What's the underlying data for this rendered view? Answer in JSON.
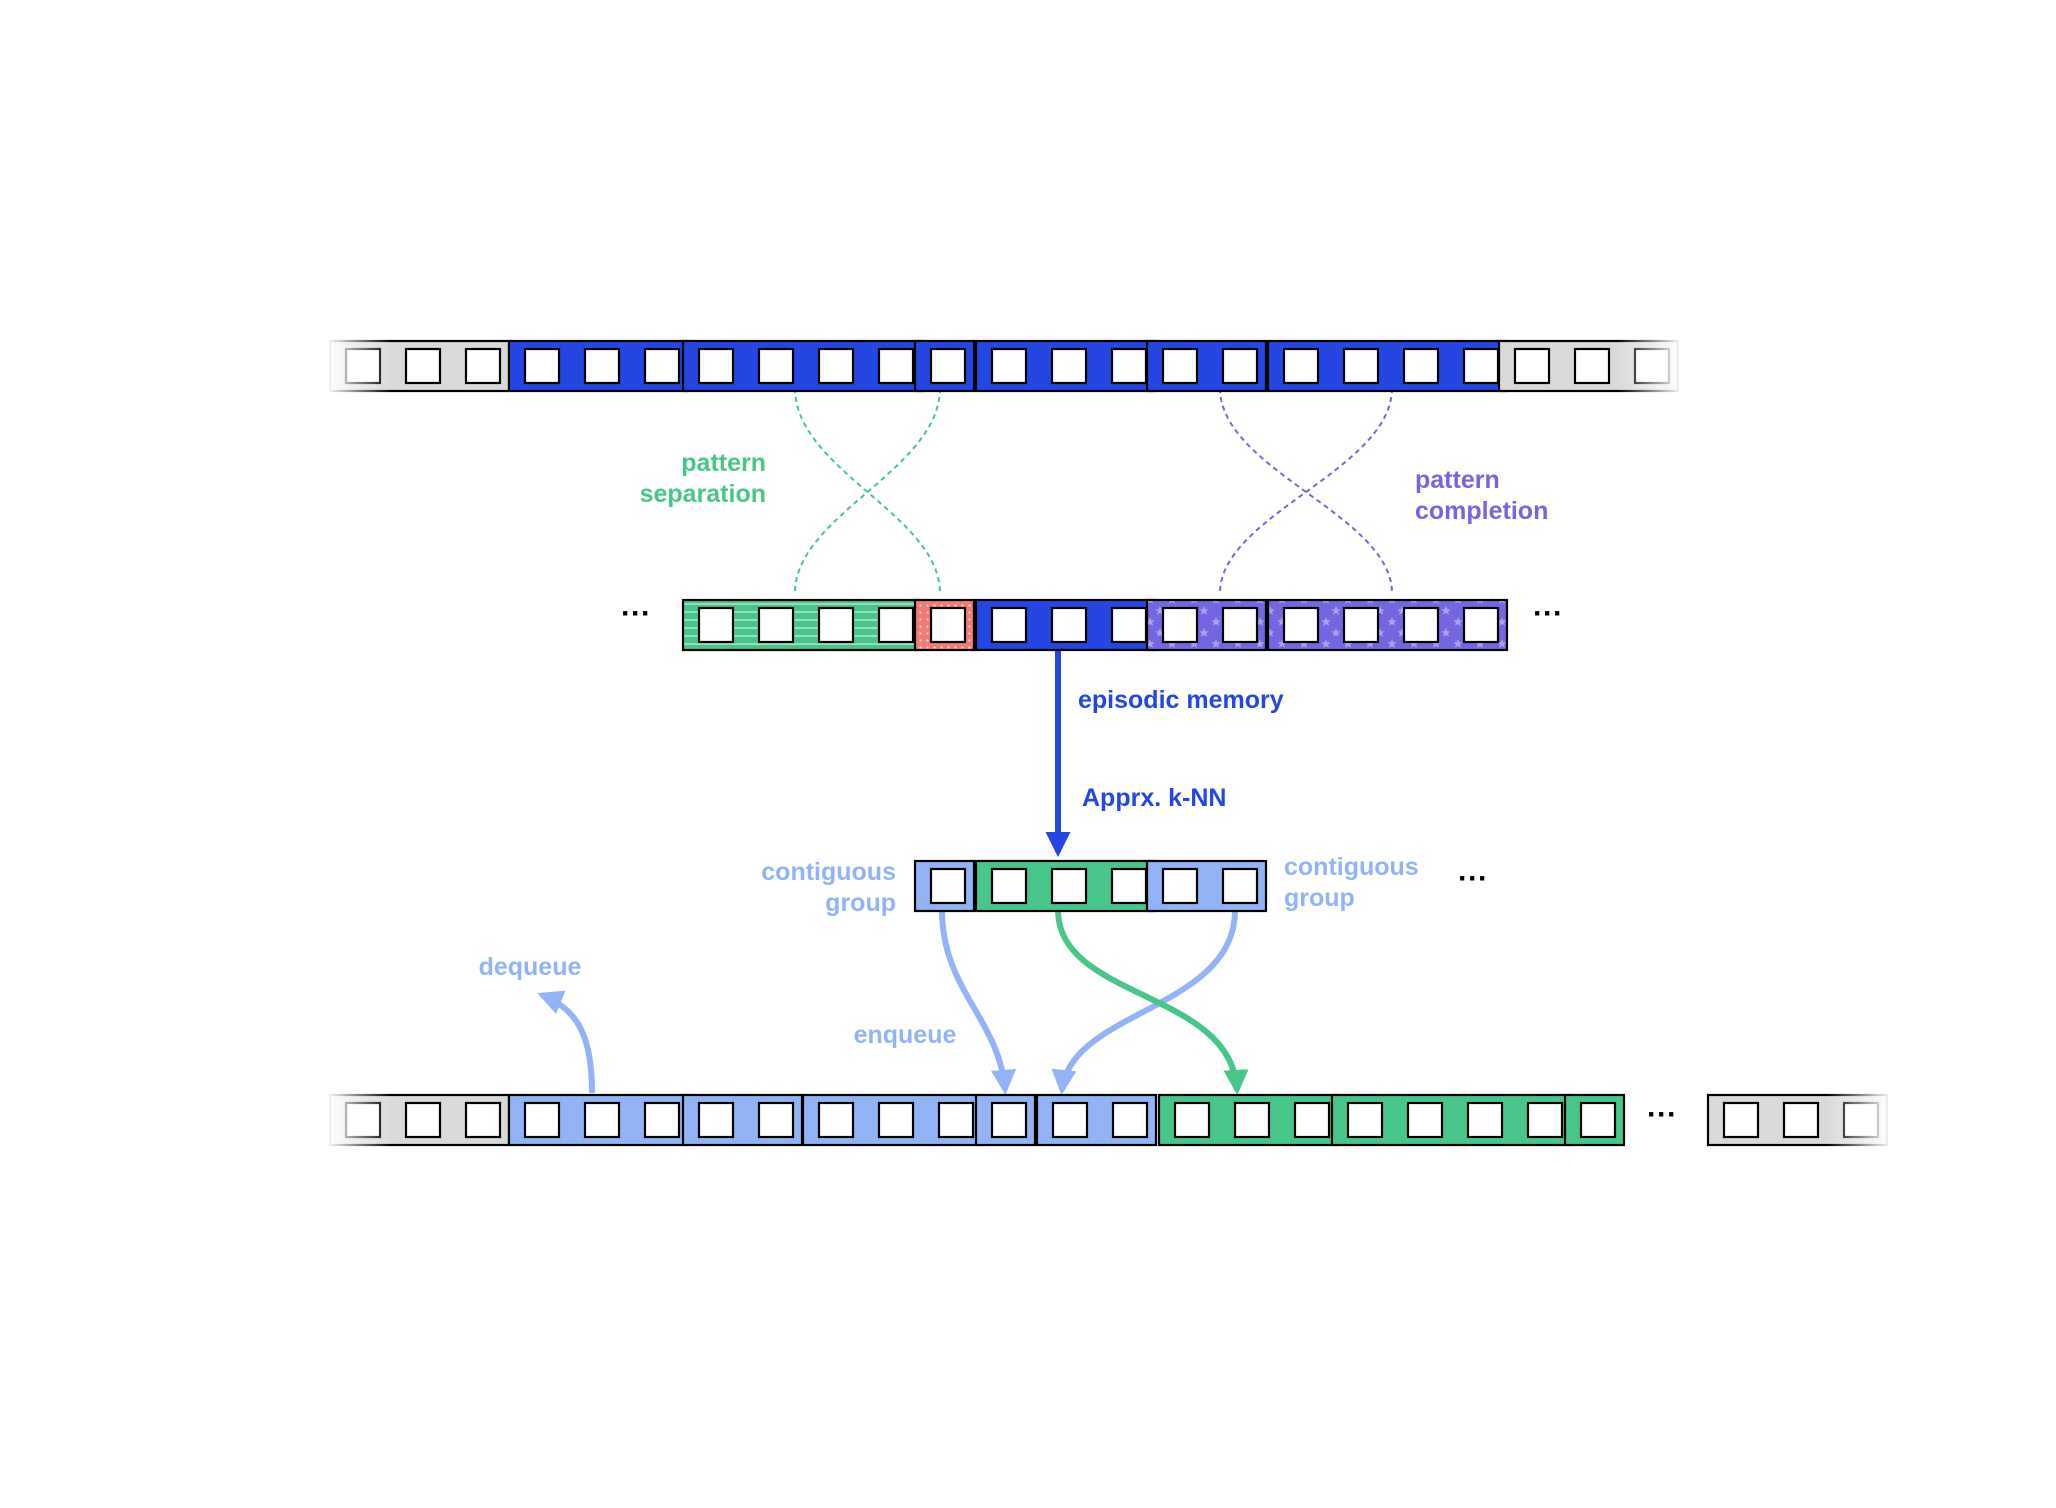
{
  "colors": {
    "blue": "#2447E3",
    "light_blue": "#92B4F7",
    "green": "#47C68A",
    "red": "#F27B76",
    "purple": "#7366E0",
    "gray": "#D9D9D9"
  },
  "labels": {
    "pattern_separation_line1": "pattern",
    "pattern_separation_line2": "separation",
    "pattern_completion_line1": "pattern",
    "pattern_completion_line2": "completion",
    "episodic_memory": "episodic memory",
    "knn": "Apprx. k-NN",
    "contiguous_group_left_line1": "contiguous",
    "contiguous_group_left_line2": "group",
    "contiguous_group_right_line1": "contiguous",
    "contiguous_group_right_line2": "group",
    "dequeue": "dequeue",
    "enqueue": "enqueue",
    "ellipsis": "···"
  },
  "rows": {
    "top_stream": [
      {
        "color": "gray",
        "cells": 3,
        "fade": "left"
      },
      {
        "color": "blue",
        "cells": 3
      },
      {
        "color": "blue",
        "cells": 4
      },
      {
        "color": "blue",
        "cells": 1
      },
      {
        "color": "blue",
        "cells": 3
      },
      {
        "color": "blue",
        "cells": 2
      },
      {
        "color": "blue",
        "cells": 4
      },
      {
        "color": "gray",
        "cells": 3,
        "fade": "right"
      }
    ],
    "middle_events": [
      {
        "color": "green",
        "cells": 4,
        "pattern": "stripes"
      },
      {
        "color": "red",
        "cells": 1,
        "pattern": "dots"
      },
      {
        "color": "blue",
        "cells": 3
      },
      {
        "color": "purple",
        "cells": 2,
        "pattern": "stars"
      },
      {
        "color": "purple",
        "cells": 4,
        "pattern": "stars"
      }
    ],
    "retrieved": [
      {
        "color": "light_blue",
        "cells": 1
      },
      {
        "color": "green",
        "cells": 3
      },
      {
        "color": "light_blue",
        "cells": 2
      }
    ],
    "buffer": [
      {
        "color": "gray",
        "cells": 3,
        "fade": "left"
      },
      {
        "color": "light_blue",
        "cells": 3
      },
      {
        "color": "light_blue",
        "cells": 2
      },
      {
        "color": "light_blue",
        "cells": 3
      },
      {
        "color": "light_blue",
        "cells": 1
      },
      {
        "color": "light_blue",
        "cells": 2
      },
      {
        "color": "green",
        "cells": 3
      },
      {
        "color": "green",
        "cells": 4
      },
      {
        "color": "green",
        "cells": 1
      },
      {
        "color": "gray",
        "cells": 3,
        "fade": "right"
      }
    ]
  }
}
